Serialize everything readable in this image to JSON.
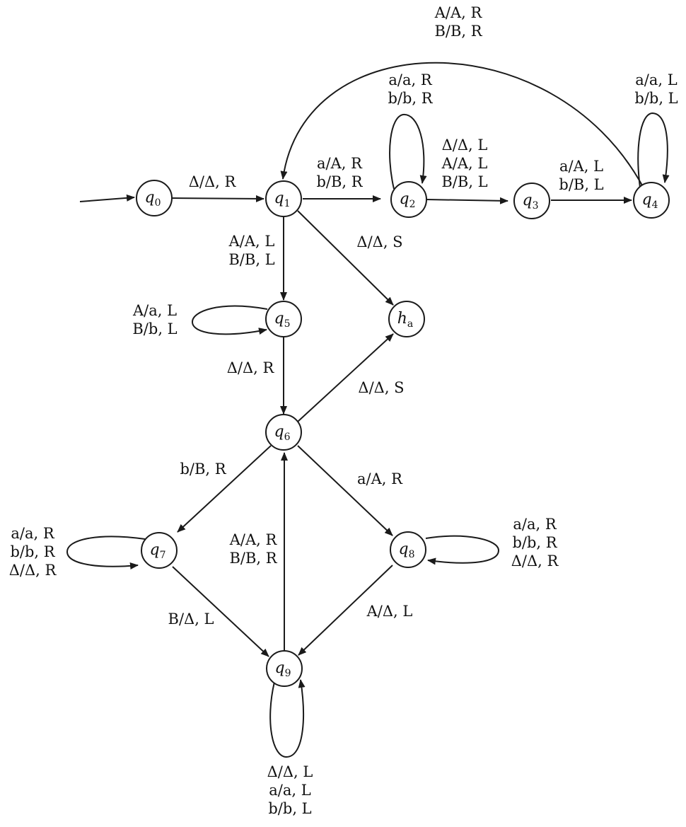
{
  "states": [
    {
      "id": "q0",
      "base": "q",
      "sub": "0"
    },
    {
      "id": "q1",
      "base": "q",
      "sub": "1"
    },
    {
      "id": "q2",
      "base": "q",
      "sub": "2"
    },
    {
      "id": "q3",
      "base": "q",
      "sub": "3"
    },
    {
      "id": "q4",
      "base": "q",
      "sub": "4"
    },
    {
      "id": "q5",
      "base": "q",
      "sub": "5"
    },
    {
      "id": "ha",
      "base": "h",
      "sub": "a"
    },
    {
      "id": "q6",
      "base": "q",
      "sub": "6"
    },
    {
      "id": "q7",
      "base": "q",
      "sub": "7"
    },
    {
      "id": "q8",
      "base": "q",
      "sub": "8"
    },
    {
      "id": "q9",
      "base": "q",
      "sub": "9"
    }
  ],
  "transitions": [
    {
      "id": "q0-q1",
      "from": "q0",
      "to": "q1",
      "labels": [
        "Δ/Δ, R"
      ]
    },
    {
      "id": "q1-q2",
      "from": "q1",
      "to": "q2",
      "labels": [
        "a/A, R",
        "b/B, R"
      ]
    },
    {
      "id": "q2-loop",
      "from": "q2",
      "to": "q2",
      "labels": [
        "a/a, R",
        "b/b, R"
      ]
    },
    {
      "id": "q2-q3",
      "from": "q2",
      "to": "q3",
      "labels": [
        "Δ/Δ, L",
        "A/A, L",
        "B/B, L"
      ]
    },
    {
      "id": "q3-q4",
      "from": "q3",
      "to": "q4",
      "labels": [
        "a/A, L",
        "b/B, L"
      ]
    },
    {
      "id": "q4-loop",
      "from": "q4",
      "to": "q4",
      "labels": [
        "a/a, L",
        "b/b, L"
      ]
    },
    {
      "id": "q4-q1",
      "from": "q4",
      "to": "q1",
      "labels": [
        "A/A, R",
        "B/B, R"
      ]
    },
    {
      "id": "q1-q5",
      "from": "q1",
      "to": "q5",
      "labels": [
        "A/A, L",
        "B/B, L"
      ]
    },
    {
      "id": "q1-ha",
      "from": "q1",
      "to": "ha",
      "labels": [
        "Δ/Δ, S"
      ]
    },
    {
      "id": "q5-loop",
      "from": "q5",
      "to": "q5",
      "labels": [
        "A/a, L",
        "B/b, L"
      ]
    },
    {
      "id": "q5-q6",
      "from": "q5",
      "to": "q6",
      "labels": [
        "Δ/Δ, R"
      ]
    },
    {
      "id": "q6-ha",
      "from": "q6",
      "to": "ha",
      "labels": [
        "Δ/Δ, S"
      ]
    },
    {
      "id": "q6-q7",
      "from": "q6",
      "to": "q7",
      "labels": [
        "b/B, R"
      ]
    },
    {
      "id": "q6-q8",
      "from": "q6",
      "to": "q8",
      "labels": [
        "a/A, R"
      ]
    },
    {
      "id": "q7-loop",
      "from": "q7",
      "to": "q7",
      "labels": [
        "a/a, R",
        "b/b, R",
        "Δ/Δ, R"
      ]
    },
    {
      "id": "q8-loop",
      "from": "q8",
      "to": "q8",
      "labels": [
        "a/a, R",
        "b/b, R",
        "Δ/Δ, R"
      ]
    },
    {
      "id": "q9-q6",
      "from": "q9",
      "to": "q6",
      "labels": [
        "A/A, R",
        "B/B, R"
      ]
    },
    {
      "id": "q7-q9",
      "from": "q7",
      "to": "q9",
      "labels": [
        "B/Δ, L"
      ]
    },
    {
      "id": "q8-q9",
      "from": "q8",
      "to": "q9",
      "labels": [
        "A/Δ, L"
      ]
    },
    {
      "id": "q9-loop",
      "from": "q9",
      "to": "q9",
      "labels": [
        "Δ/Δ, L",
        "a/a, L",
        "b/b, L"
      ]
    }
  ]
}
